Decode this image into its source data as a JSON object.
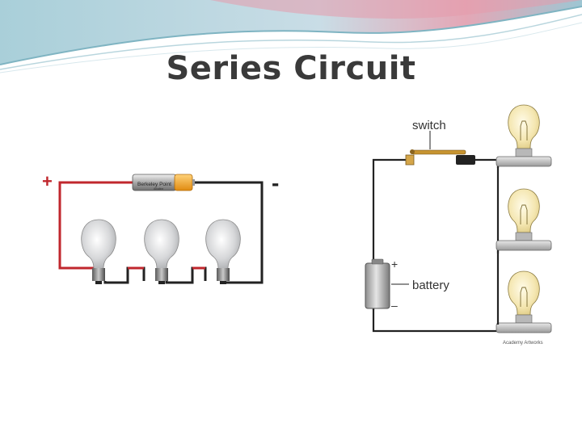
{
  "slide": {
    "title": "Series Circuit"
  },
  "left_diagram": {
    "plus_sign": "+",
    "minus_sign": "-",
    "battery_label": "Berkeley Point",
    "battery_subtext": "Alkaline",
    "bulb_count": 3,
    "wire_color": "#c0272d"
  },
  "right_diagram": {
    "switch_label": "switch",
    "battery_label": "battery",
    "plus_sign": "+",
    "minus_sign": "–",
    "credit": "Academy Artworks",
    "bulb_count": 3
  },
  "colors": {
    "title": "#3a3a3a",
    "banner_teal": "#8bc3ce",
    "banner_pink": "#e7a1b0",
    "wire_dark": "#222222",
    "battery_orange": "#f0a01e",
    "switch_brass": "#c79431"
  }
}
